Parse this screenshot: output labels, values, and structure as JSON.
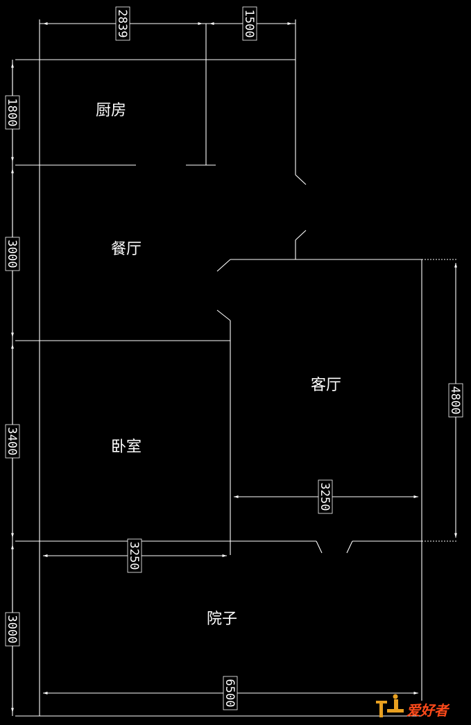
{
  "rooms": {
    "kitchen": "厨房",
    "dining": "餐厅",
    "living": "客厅",
    "bedroom": "卧室",
    "yard": "院子"
  },
  "dimensions": {
    "top_left": "2839",
    "top_right": "1500",
    "left_kitchen": "1800",
    "left_dining": "3000",
    "left_bedroom": "3400",
    "left_yard": "3000",
    "right_living": "4800",
    "living_width": "3250",
    "bedroom_width": "3250",
    "yard_width": "6500"
  },
  "logo": {
    "text": "爱好者",
    "text_color": "#ff4a1a",
    "mark_color": "#e8a020"
  }
}
